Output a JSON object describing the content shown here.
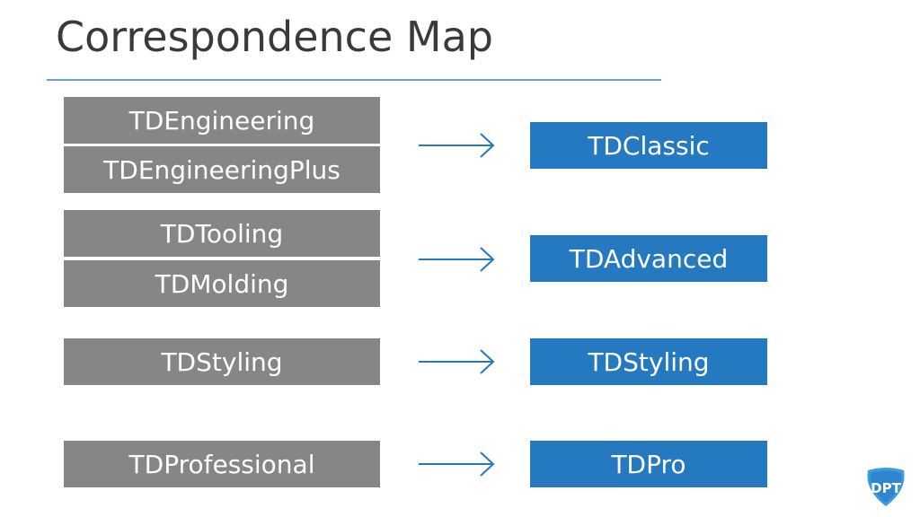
{
  "title": "Correspondence Map",
  "groups": [
    {
      "sources": [
        "TDEngineering",
        "TDEngineeringPlus"
      ],
      "target": "TDClassic"
    },
    {
      "sources": [
        "TDTooling",
        "TDMolding"
      ],
      "target": "TDAdvanced"
    },
    {
      "sources": [
        "TDStyling"
      ],
      "target": "TDStyling"
    },
    {
      "sources": [
        "TDProfessional"
      ],
      "target": "TDPro"
    }
  ],
  "logo": {
    "text": "DPT",
    "icon": "dpt-shield-logo"
  },
  "colors": {
    "source_box": "#868686",
    "target_box": "#2479c1",
    "arrow": "#2479c1",
    "title_rule": "#6aa3d3",
    "title_text": "#3a3a3a"
  }
}
